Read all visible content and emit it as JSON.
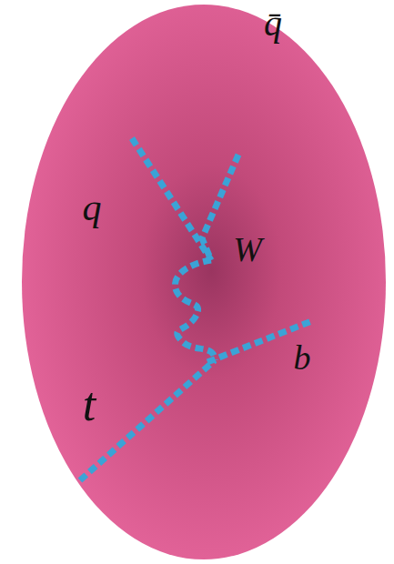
{
  "diagram": {
    "labels": [
      "q",
      "q̄",
      "W",
      "b",
      "t"
    ]
  }
}
